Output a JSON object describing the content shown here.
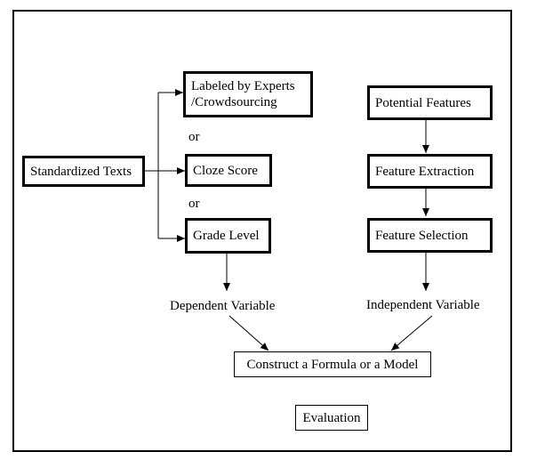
{
  "diagram": {
    "left": {
      "source": "Standardized Texts",
      "labeled_line1": "Labeled by Experts",
      "labeled_line2": "/Crowdsourcing",
      "or_1": "or",
      "cloze": "Cloze Score",
      "or_2": "or",
      "grade": "Grade Level",
      "dependent": "Dependent Variable"
    },
    "right": {
      "potential": "Potential Features",
      "extraction": "Feature Extraction",
      "selection": "Feature Selection",
      "independent": "Independent Variable"
    },
    "bottom": {
      "construct": "Construct a Formula or a Model",
      "evaluation": "Evaluation"
    }
  }
}
